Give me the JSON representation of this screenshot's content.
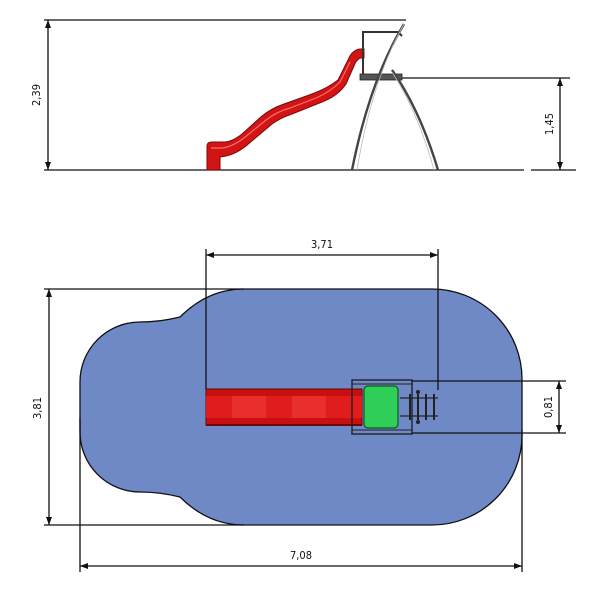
{
  "colors": {
    "background": "#ffffff",
    "safety_area": "#6f89c7",
    "slide": "#d11414",
    "slide_dark": "#8e0c0c",
    "platform": "#2fce58",
    "line": "#111111",
    "frame": "#3a3a3a"
  },
  "side_view": {
    "total_height": "2,39",
    "platform_height": "1,45"
  },
  "top_view": {
    "length": "3,71",
    "width": "3,81",
    "platform_depth": "0,81",
    "total_length": "7,08"
  }
}
